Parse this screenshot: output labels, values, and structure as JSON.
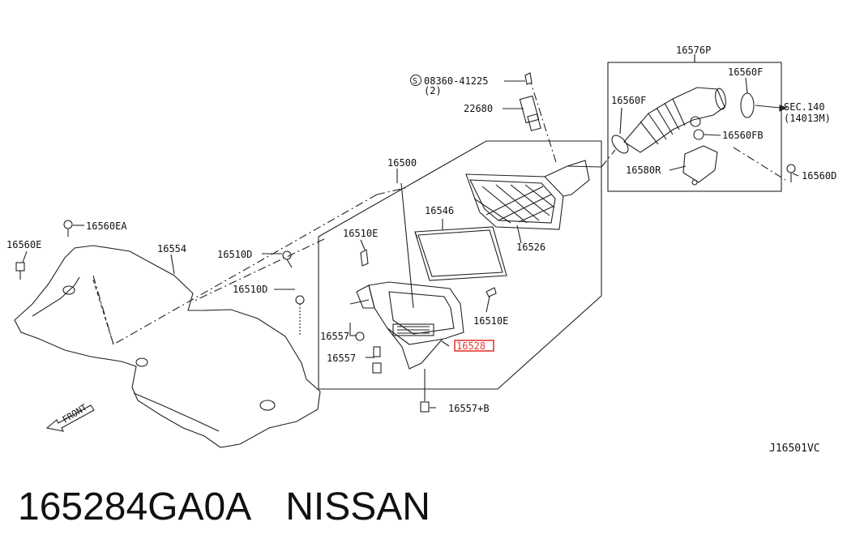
{
  "diagram": {
    "labels": {
      "p16576P": "16576P",
      "p16560F_a": "16560F",
      "p16560F_b": "16560F",
      "sec140": "SEC.140",
      "sec140_ref": "(14013M)",
      "p16560FB": "16560FB",
      "p16580R": "16580R",
      "p16560D": "16560D",
      "bolt_code": "08360-41225",
      "bolt_qty": "(2)",
      "bolt_symbol": "S",
      "p22680": "22680",
      "p16500": "16500",
      "p16546": "16546",
      "p16526": "16526",
      "p16560EA": "16560EA",
      "p16560E": "16560E",
      "p16554": "16554",
      "p16510D_a": "16510D",
      "p16510D_b": "16510D",
      "p16510E_a": "16510E",
      "p16510E_b": "16510E",
      "p16557_a": "16557",
      "p16557_b": "16557",
      "p16528": "16528",
      "p16557B": "16557+B",
      "front": "FRONT",
      "drawing_code": "J16501VC"
    },
    "highlight_color": "#e53935"
  },
  "caption": {
    "part_number": "165284GA0A",
    "brand": "NISSAN"
  }
}
